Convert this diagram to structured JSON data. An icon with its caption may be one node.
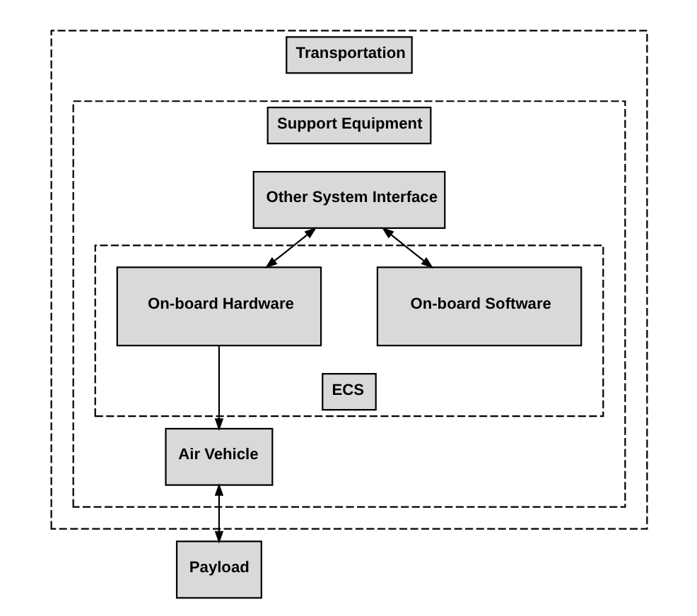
{
  "diagram": {
    "nodes": [
      {
        "text": [
          "Transportation"
        ]
      },
      {
        "text": [
          "Support Equipment"
        ],
        "in": 0
      },
      {
        "text": [
          "Other System Interface"
        ],
        "in": 1
      },
      {
        "text": [
          "ECS"
        ],
        "in": 1
      },
      {
        "text": [
          "On-board Software"
        ],
        "in": 3
      },
      {
        "text": [
          "On-board Hardware"
        ],
        "in": 3
      },
      {
        "text": [
          "Air Vehicle"
        ],
        "in": 1
      },
      {
        "text": [
          "Payload"
        ]
      }
    ],
    "edges": [
      {
        "from": 2,
        "to": 4,
        "arrow": "both"
      },
      {
        "from": 2,
        "to": 5,
        "arrow": "both"
      },
      {
        "from": 5,
        "to": 6,
        "arrow": "to"
      },
      {
        "from": 6,
        "to": 7,
        "arrow": "both"
      }
    ]
  }
}
